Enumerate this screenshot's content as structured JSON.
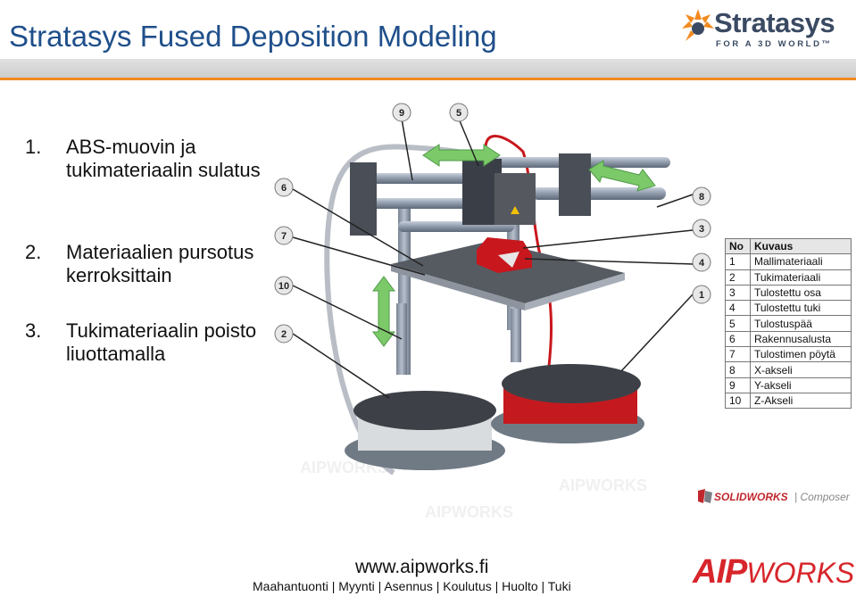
{
  "header": {
    "title": "Stratasys Fused Deposition Modeling",
    "logo_word": "Stratasys",
    "logo_tagline": "FOR A 3D WORLD™"
  },
  "bullets": [
    {
      "num": "1.",
      "text": "ABS-muovin ja tukimateriaalin sulatus"
    },
    {
      "num": "2.",
      "text": "Materiaalien pursotus kerroksittain"
    },
    {
      "num": "3.",
      "text": "Tukimateriaalin poisto liuottamalla"
    }
  ],
  "diagram": {
    "callouts": [
      "9",
      "5",
      "6",
      "8",
      "7",
      "3",
      "4",
      "10",
      "1",
      "2"
    ]
  },
  "legend": {
    "header": {
      "no": "No",
      "desc": "Kuvaus"
    },
    "rows": [
      {
        "no": "1",
        "desc": "Mallimateriaali"
      },
      {
        "no": "2",
        "desc": "Tukimateriaali"
      },
      {
        "no": "3",
        "desc": "Tulostettu osa"
      },
      {
        "no": "4",
        "desc": "Tulostettu tuki"
      },
      {
        "no": "5",
        "desc": "Tulostuspää"
      },
      {
        "no": "6",
        "desc": "Rakennusalusta"
      },
      {
        "no": "7",
        "desc": "Tulostimen pöytä"
      },
      {
        "no": "8",
        "desc": "X-akseli"
      },
      {
        "no": "9",
        "desc": "Y-akseli"
      },
      {
        "no": "10",
        "desc": "Z-Akseli"
      }
    ]
  },
  "solidworks": {
    "brand": "SOLIDWORKS",
    "composer": "| Composer"
  },
  "footer": {
    "url": "www.aipworks.fi",
    "services": "Maahantuonti | Myynti | Asennus | Koulutus | Huolto | Tuki",
    "logo_aip": "AIP",
    "logo_works": "WORKS"
  },
  "colors": {
    "title": "#1f4f8b",
    "accent_orange": "#f28a20",
    "aip_red": "#d7262b",
    "arrow_green": "#7cc96a"
  }
}
